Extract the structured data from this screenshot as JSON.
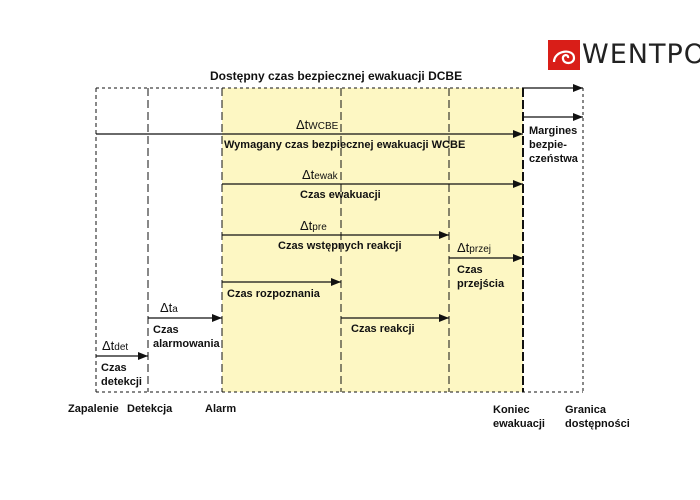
{
  "logo": {
    "text": "WENTPO",
    "accent": "#d91e18"
  },
  "colors": {
    "highlight": "#fdf7c3",
    "line": "#111111"
  },
  "top_label": "Dostępny czas bezpiecznej ewakuacji DCBE",
  "wcbe": {
    "symbol": "Δt",
    "sub": "WCBE",
    "label": "Wymagany czas bezpiecznej ewakuacji WCBE"
  },
  "margin": {
    "line1": "Margines",
    "line2": "bezpie-",
    "line3": "czeństwa"
  },
  "ewak": {
    "symbol": "Δt",
    "sub": "ewak",
    "label": "Czas ewakuacji"
  },
  "pre": {
    "symbol": "Δt",
    "sub": "pre",
    "label": "Czas wstępnych reakcji"
  },
  "przej": {
    "symbol": "Δt",
    "sub": "przej",
    "line1": "Czas",
    "line2": "przejścia"
  },
  "rozp": {
    "label": "Czas rozpoznania"
  },
  "alarmowania": {
    "symbol": "Δt",
    "sub": "a",
    "line1": "Czas",
    "line2": "alarmowania"
  },
  "reakcji": {
    "label": "Czas reakcji"
  },
  "det": {
    "symbol": "Δt",
    "sub": "det",
    "line1": "Czas",
    "line2": "detekcji"
  },
  "axis": {
    "zapalenie": "Zapalenie",
    "detekcja": "Detekcja",
    "alarm": "Alarm",
    "koniec1": "Koniec",
    "koniec2": "ewakuacji",
    "granica1": "Granica",
    "granica2": "dostępności"
  }
}
